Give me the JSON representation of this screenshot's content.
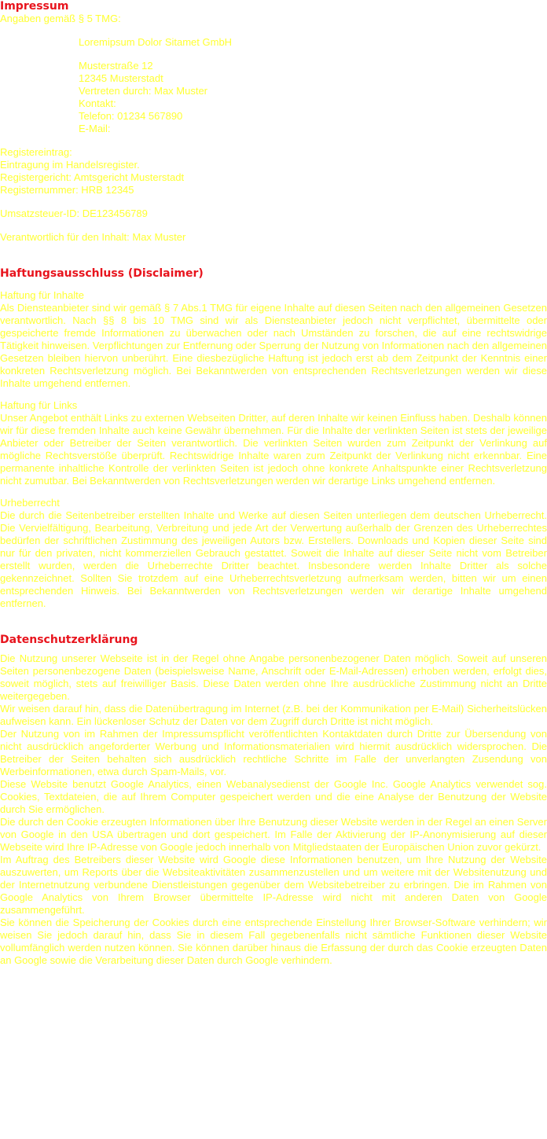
{
  "imprint": {
    "heading": "Impressum",
    "intro": "Angaben gemäß § 5 TMG:",
    "address": [
      "Loremipsum Dolor Sitamet GmbH",
      "",
      "Musterstraße 12",
      "12345 Musterstadt",
      "Vertreten durch: Max Muster",
      "Kontakt:",
      "Telefon: 01234 567890",
      "E-Mail:"
    ],
    "register": [
      "Registereintrag:",
      "Eintragung im Handelsregister.",
      "Registergericht: Amtsgericht Musterstadt",
      "Registernummer: HRB 12345"
    ],
    "vat": "Umsatzsteuer-ID: DE123456789",
    "responsible": "Verantwortlich für den Inhalt: Max Muster"
  },
  "disclaimer": {
    "heading": "Haftungsausschluss (Disclaimer)",
    "sections": [
      {
        "title": "Haftung für Inhalte",
        "text": "Als Diensteanbieter sind wir gemäß § 7 Abs.1 TMG für eigene Inhalte auf diesen Seiten nach den allgemeinen Gesetzen verantwortlich. Nach §§ 8 bis 10 TMG sind wir als Diensteanbieter jedoch nicht verpflichtet, übermittelte oder gespeicherte fremde Informationen zu überwachen oder nach Umständen zu forschen, die auf eine rechtswidrige Tätigkeit hinweisen. Verpflichtungen zur Entfernung oder Sperrung der Nutzung von Informationen nach den allgemeinen Gesetzen bleiben hiervon unberührt. Eine diesbezügliche Haftung ist jedoch erst ab dem Zeitpunkt der Kenntnis einer konkreten Rechtsverletzung möglich. Bei Bekanntwerden von entsprechenden Rechtsverletzungen werden wir diese Inhalte umgehend entfernen."
      },
      {
        "title": "Haftung für Links",
        "text": "Unser Angebot enthält Links zu externen Webseiten Dritter, auf deren Inhalte wir keinen Einfluss haben. Deshalb können wir für diese fremden Inhalte auch keine Gewähr übernehmen. Für die Inhalte der verlinkten Seiten ist stets der jeweilige Anbieter oder Betreiber der Seiten verantwortlich. Die verlinkten Seiten wurden zum Zeitpunkt der Verlinkung auf mögliche Rechtsverstöße überprüft. Rechtswidrige Inhalte waren zum Zeitpunkt der Verlinkung nicht erkennbar. Eine permanente inhaltliche Kontrolle der verlinkten Seiten ist jedoch ohne konkrete Anhaltspunkte einer Rechtsverletzung nicht zumutbar. Bei Bekanntwerden von Rechtsverletzungen werden wir derartige Links umgehend entfernen."
      },
      {
        "title": "Urheberrecht",
        "text": "Die durch die Seitenbetreiber erstellten Inhalte und Werke auf diesen Seiten unterliegen dem deutschen Urheberrecht. Die Vervielfältigung, Bearbeitung, Verbreitung und jede Art der Verwertung außerhalb der Grenzen des Urheberrechtes bedürfen der schriftlichen Zustimmung des jeweiligen Autors bzw. Erstellers. Downloads und Kopien dieser Seite sind nur für den privaten, nicht kommerziellen Gebrauch gestattet. Soweit die Inhalte auf dieser Seite nicht vom Betreiber erstellt wurden, werden die Urheberrechte Dritter beachtet. Insbesondere werden Inhalte Dritter als solche gekennzeichnet. Sollten Sie trotzdem auf eine Urheberrechtsverletzung aufmerksam werden, bitten wir um einen entsprechenden Hinweis. Bei Bekanntwerden von Rechtsverletzungen werden wir derartige Inhalte umgehend entfernen."
      }
    ]
  },
  "privacy": {
    "heading": "Datenschutzerklärung",
    "paragraphs": [
      "Die Nutzung unserer Webseite ist in der Regel ohne Angabe personenbezogener Daten möglich. Soweit auf unseren Seiten personenbezogene Daten (beispielsweise Name, Anschrift oder E-Mail-Adressen) erhoben werden, erfolgt dies, soweit möglich, stets auf freiwilliger Basis. Diese Daten werden ohne Ihre ausdrückliche Zustimmung nicht an Dritte weitergegeben.",
      "Wir weisen darauf hin, dass die Datenübertragung im Internet (z.B. bei der Kommunikation per E-Mail) Sicherheitslücken aufweisen kann. Ein lückenloser Schutz der Daten vor dem Zugriff durch Dritte ist nicht möglich.",
      "Der Nutzung von im Rahmen der Impressumspflicht veröffentlichten Kontaktdaten durch Dritte zur Übersendung von nicht ausdrücklich angeforderter Werbung und Informationsmaterialien wird hiermit ausdrücklich widersprochen. Die Betreiber der Seiten behalten sich ausdrücklich rechtliche Schritte im Falle der unverlangten Zusendung von Werbeinformationen, etwa durch Spam-Mails, vor.",
      "Diese Website benutzt Google Analytics, einen Webanalysedienst der Google Inc. Google Analytics verwendet sog. Cookies, Textdateien, die auf Ihrem Computer gespeichert werden und die eine Analyse der Benutzung der Website durch Sie ermöglichen.",
      "Die durch den Cookie erzeugten Informationen über Ihre Benutzung dieser Website werden in der Regel an einen Server von Google in den USA übertragen und dort gespeichert. Im Falle der Aktivierung der IP-Anonymisierung auf dieser Webseite wird Ihre IP-Adresse von Google jedoch innerhalb von Mitgliedstaaten der Europäischen Union zuvor gekürzt.",
      "Im Auftrag des Betreibers dieser Website wird Google diese Informationen benutzen, um Ihre Nutzung der Website auszuwerten, um Reports über die Websiteaktivitäten zusammenzustellen und um weitere mit der Websitenutzung und der Internetnutzung verbundene Dienstleistungen gegenüber dem Websitebetreiber zu erbringen. Die im Rahmen von Google Analytics von Ihrem Browser übermittelte IP-Adresse wird nicht mit anderen Daten von Google zusammengeführt.",
      "Sie können die Speicherung der Cookies durch eine entsprechende Einstellung Ihrer Browser-Software verhindern; wir weisen Sie jedoch darauf hin, dass Sie in diesem Fall gegebenenfalls nicht sämtliche Funktionen dieser Website vollumfänglich werden nutzen können. Sie können darüber hinaus die Erfassung der durch das Cookie erzeugten Daten an Google sowie die Verarbeitung dieser Daten durch Google verhindern."
    ]
  }
}
